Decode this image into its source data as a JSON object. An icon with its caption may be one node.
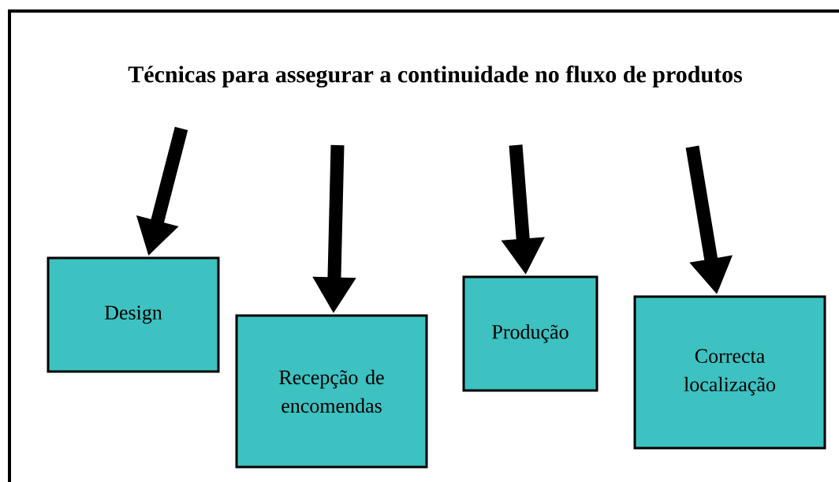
{
  "diagram": {
    "title": "Técnicas para assegurar a continuidade no fluxo de produtos",
    "nodes": [
      {
        "text": [
          "Design"
        ]
      },
      {
        "text": [
          "Recepção de encomendas"
        ]
      },
      {
        "text": [
          "Produção"
        ]
      },
      {
        "text": [
          "Correcta localização"
        ]
      }
    ],
    "edges": [
      {
        "from": null,
        "to": 0,
        "arrow": "to"
      },
      {
        "from": null,
        "to": 1,
        "arrow": "to"
      },
      {
        "from": null,
        "to": 2,
        "arrow": "to"
      },
      {
        "from": null,
        "to": 3,
        "arrow": "to"
      }
    ]
  }
}
